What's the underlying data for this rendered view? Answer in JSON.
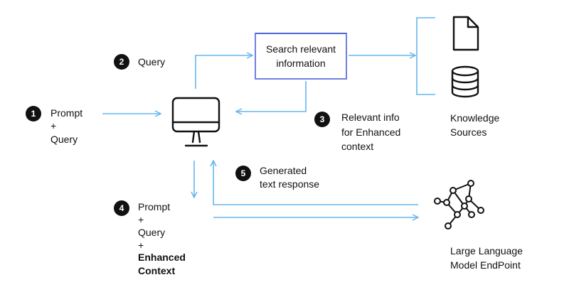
{
  "colors": {
    "arrow": "#66b5ef",
    "box_border": "#6f7fe0",
    "badge_bg": "#111111",
    "icon_stroke": "#111111"
  },
  "icons": [
    "computer-monitor-icon",
    "document-icon",
    "database-icon",
    "network-graph-icon"
  ],
  "steps": [
    {
      "number": "1",
      "lines": [
        "Prompt",
        "+",
        "Query"
      ]
    },
    {
      "number": "2",
      "lines": [
        "Query"
      ]
    },
    {
      "number": "3",
      "lines": [
        "Relevant info",
        "for Enhanced",
        "context"
      ]
    },
    {
      "number": "4",
      "lines": [
        "Prompt",
        "+",
        "Query",
        "+",
        "Enhanced",
        "Context"
      ]
    },
    {
      "number": "5",
      "lines": [
        "Generated",
        "text response"
      ]
    }
  ],
  "search_box": {
    "label": "Search relevant\ninformation"
  },
  "knowledge_sources": {
    "lines": [
      "Knowledge",
      "Sources"
    ]
  },
  "llm": {
    "lines": [
      "Large Language",
      "Model EndPoint"
    ]
  }
}
